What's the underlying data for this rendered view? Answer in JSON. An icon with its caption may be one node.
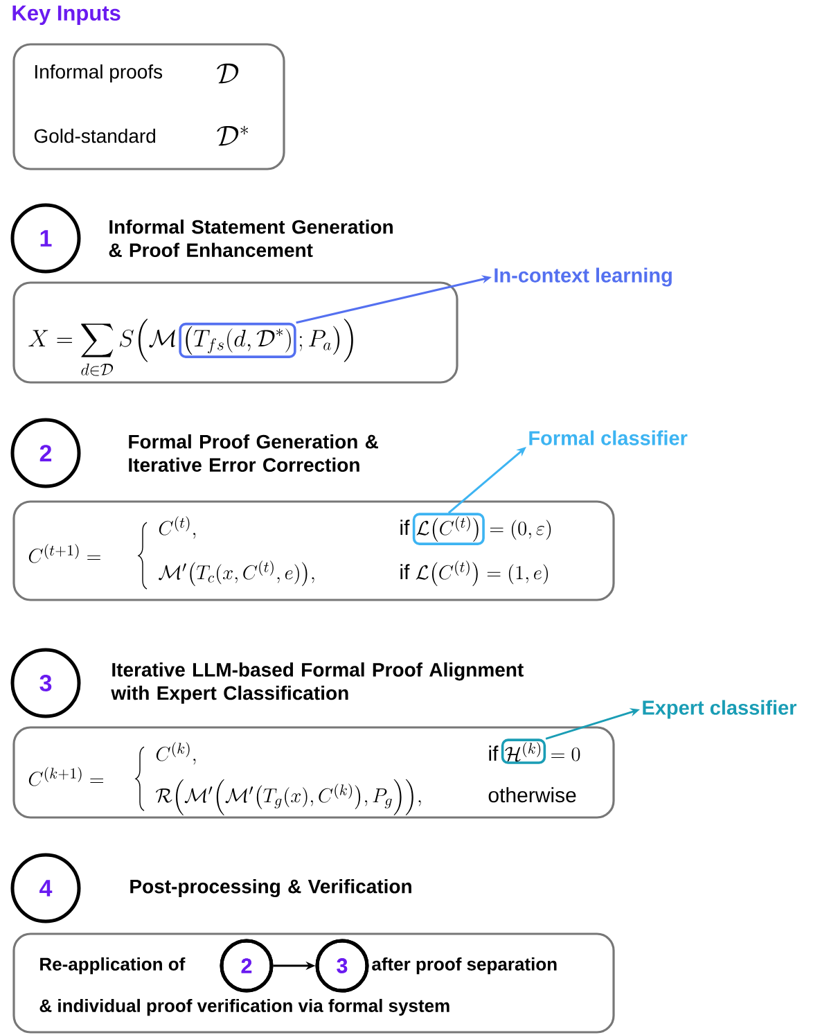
{
  "diagram": {
    "title": "Key Inputs",
    "nodes": [
      {
        "text": [
          "Informal proofs",
          "\\mathcal{D}",
          "Gold-standard",
          "\\mathcal{D}^*"
        ]
      },
      {
        "text": [
          "1"
        ],
        "beside": [
          "Informal Statement Generation & Proof Enhancement"
        ]
      },
      {
        "text": [
          "X = \\sum_{d\\in\\mathcal{D}} S\\Big(\\mathcal{M}",
          "; P_a\\big)\\Big)"
        ]
      },
      {
        "text": [
          "\\big(T_{fs}(d, \\mathcal{D}^*)"
        ],
        "in": 2
      },
      {
        "text": [
          "In-context learning"
        ]
      },
      {
        "text": [
          "2"
        ],
        "beside": [
          "Formal Proof Generation & Iterative Error Correction"
        ]
      },
      {
        "text": [
          "C^{(t+1)} =",
          "C^{(t)},",
          "\\text{if}",
          "= (0, \\varepsilon)",
          "\\mathcal{M}'\\big(T_c(x, C^{(t)}, e)\\big),",
          "\\text{if } \\mathcal{L}\\big(C^{(t)}\\big) = (1, e)"
        ]
      },
      {
        "text": [
          "\\mathcal{L}\\big(C^{(t)}\\big)"
        ],
        "in": 6
      },
      {
        "text": [
          "Formal classifier"
        ]
      },
      {
        "text": [
          "3"
        ],
        "beside": [
          "Iterative LLM-based Formal Proof Alignment with Expert Classification"
        ]
      },
      {
        "text": [
          "C^{(k+1)} =",
          "C^{(k)},",
          "\\text{if}",
          "= 0",
          "\\mathcal{R}\\Big(\\mathcal{M}'\\Big(\\mathcal{M}'\\big(T_g(x), C^{(k)}\\big), P_g\\Big)\\Big),",
          "\\text{otherwise}"
        ]
      },
      {
        "text": [
          "\\mathcal{H}^{(k)}"
        ],
        "in": 10
      },
      {
        "text": [
          "Expert classifier"
        ]
      },
      {
        "text": [
          "4"
        ],
        "beside": [
          "Post-processing & Verification"
        ]
      },
      {
        "text": [
          "Re-application of",
          "after proof separation",
          "& individual proof verification via formal system"
        ]
      },
      {
        "text": [
          "2"
        ],
        "in": 14
      },
      {
        "text": [
          "3"
        ],
        "in": 14
      }
    ],
    "edges": [
      {
        "from": 3,
        "to": 4,
        "arrow": "to",
        "color": "#5470f0"
      },
      {
        "from": 7,
        "to": 8,
        "arrow": "to",
        "color": "#3db4f2"
      },
      {
        "from": 11,
        "to": 12,
        "arrow": "to",
        "color": "#1a9db5"
      },
      {
        "from": 15,
        "to": 16,
        "arrow": "to",
        "color": "#000000"
      }
    ]
  }
}
